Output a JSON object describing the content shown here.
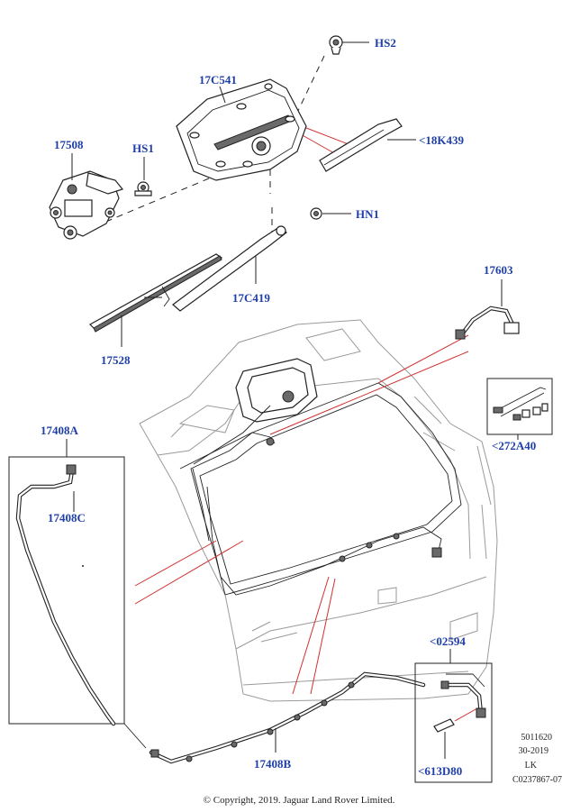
{
  "callouts": {
    "hs2": "HS2",
    "c17c541": "17C541",
    "c18k439": "<18K439",
    "c17508": "17508",
    "hs1": "HS1",
    "hn1": "HN1",
    "c17c419": "17C419",
    "c17528": "17528",
    "c17603": "17603",
    "c272a40": "<272A40",
    "c17408a": "17408A",
    "c17408c": "17408C",
    "c02594": "<02594",
    "c613d80": "<613D80",
    "c17408b": "17408B"
  },
  "meta": {
    "ref1": "5011620",
    "ref2": "30-2019",
    "ref3": "LK",
    "ref4": "C0237867-07"
  },
  "footer": {
    "copyright": "© Copyright, 2019. Jaguar Land Rover Limited."
  },
  "colors": {
    "callout": "#1f3fa8",
    "line": "#222222",
    "redline": "#d03030",
    "body": "#9a9a9a"
  }
}
